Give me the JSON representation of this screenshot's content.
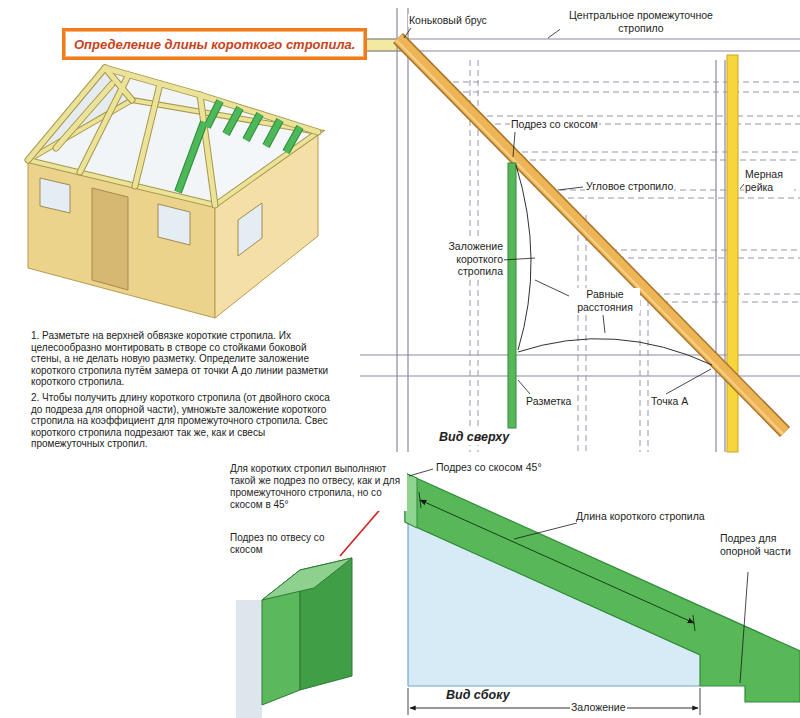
{
  "diagram": {
    "title": "Определение длины короткого стропила.",
    "labels": [
      "1. Разметьте на верхней обвязке короткие стропила. Их целесообразно монтировать в створе со стойками боковой стены, а не делать новую разметку. Определите заложение короткого стропила путём замера от точки А до линии разметки короткого стропила.",
      "2. Чтобы получить длину короткого стропила (от двойного скоса до подреза для опорной части), умножьте заложение короткого стропила на коэффициент для промежуточного стропила. Свес короткого стропила подрезают так же, как и свесы промежуточных стропил.",
      "Коньковый брус",
      "Центральное промежуточное стропило",
      "Подрез со скосом",
      "Угловое стропило",
      "Мерная рейка",
      "Заложение короткого стропила",
      "Равные расстояния",
      "Разметка",
      "Точка А",
      "Вид сверху",
      "Для коротких стропил выполняют такой же подрез по отвесу, как и для промежуточного стропила, но со скосом в 45°",
      "Подрез со скосом 45°",
      "Подрез по отвесу со скосом",
      "Длина короткого стропила",
      "Подрез для опорной части",
      "Вид сбоку",
      "Заложение"
    ]
  }
}
